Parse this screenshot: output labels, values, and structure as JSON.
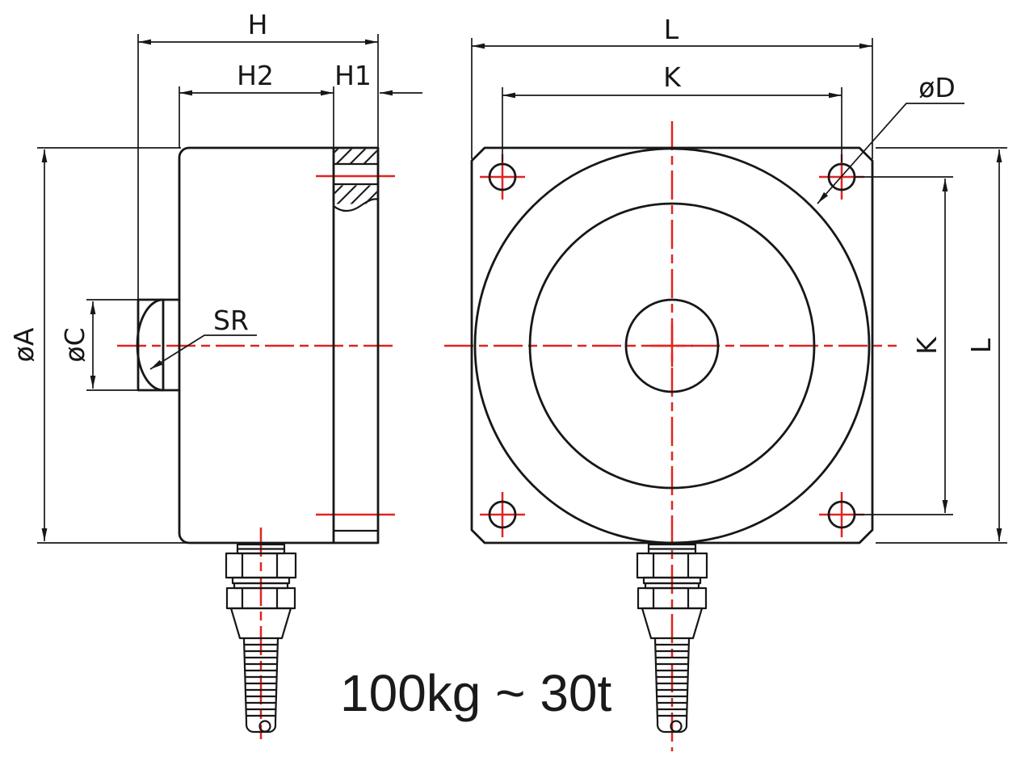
{
  "drawing": {
    "caption": "100kg ~ 30t",
    "colors": {
      "line": "#171717",
      "centerline": "#e12420",
      "background": "#ffffff"
    },
    "side_view": {
      "labels": {
        "h": "H",
        "h2": "H2",
        "h1": "H1",
        "phi_a": "øA",
        "phi_c": "øC",
        "sr": "SR"
      }
    },
    "front_view": {
      "labels": {
        "l_top": "L",
        "k_top": "K",
        "phi_d": "øD",
        "k_right": "K",
        "l_right": "L"
      }
    }
  }
}
